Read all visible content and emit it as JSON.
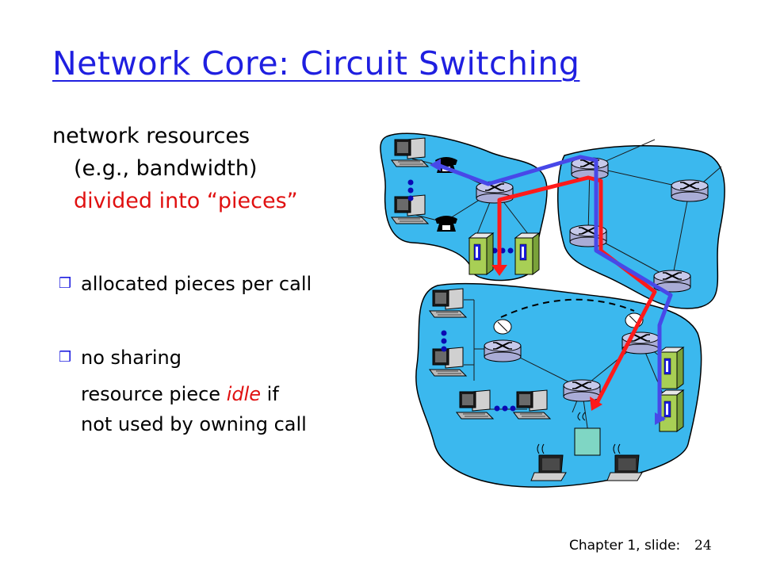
{
  "slide": {
    "title": "Network Core: Circuit Switching",
    "intro_line1": "network resources",
    "intro_line2": "(e.g., bandwidth)",
    "intro_line3": "divided into “pieces”",
    "bullet1": "allocated pieces per call",
    "bullet2": "no sharing",
    "sub_line1_pre": "resource piece ",
    "sub_line1_idle": "idle",
    "sub_line1_post": " if",
    "sub_line2": "not used by owning call",
    "footer_label": "Chapter 1, slide:",
    "page_number": "24"
  },
  "colors": {
    "title": "#1f1fe0",
    "accent_red": "#e01010",
    "cloud": "#3bb8ee",
    "path_red": "#ff1a1a",
    "path_blue": "#4848e8",
    "bullet": "#1f1fe0"
  },
  "icons": [
    "checkbox-bullet-icon",
    "router-icon",
    "desktop-computer-icon",
    "telephone-icon",
    "server-icon",
    "laptop-icon",
    "satellite-dish-icon",
    "wireless-access-point-icon"
  ]
}
